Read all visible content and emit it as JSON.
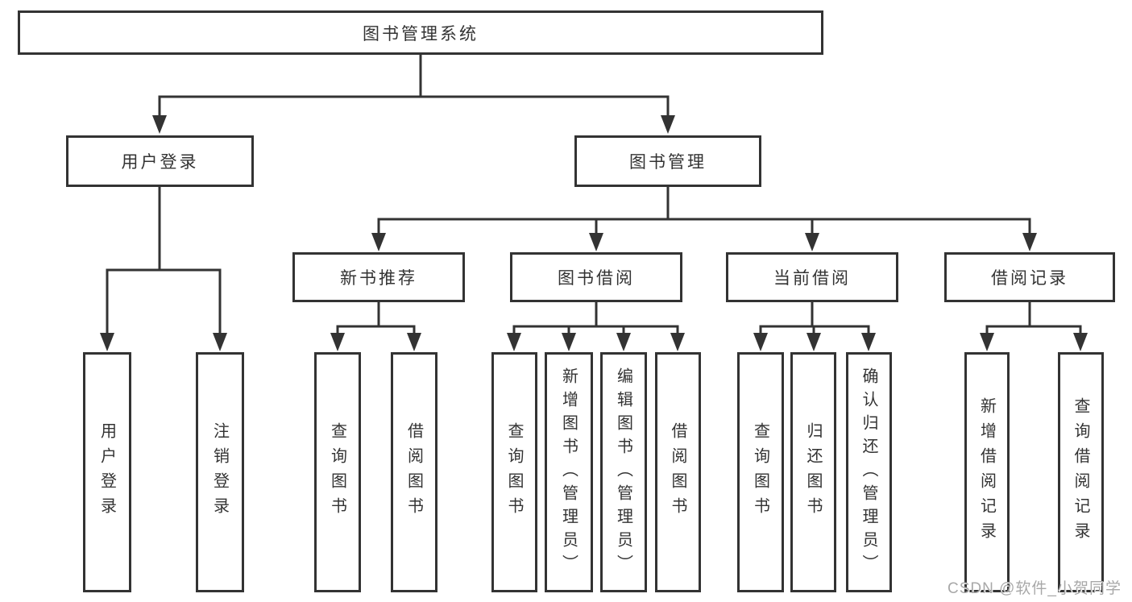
{
  "diagram": {
    "root": {
      "label": "图书管理系统"
    },
    "branches": [
      {
        "label": "用户登录",
        "children": [
          {
            "label": "用户登录"
          },
          {
            "label": "注销登录"
          }
        ]
      },
      {
        "label": "图书管理",
        "children": [
          {
            "label": "新书推荐",
            "children": [
              {
                "label": "查询图书"
              },
              {
                "label": "借阅图书"
              }
            ]
          },
          {
            "label": "图书借阅",
            "children": [
              {
                "label": "查询图书"
              },
              {
                "label": "新增图书（管理员）"
              },
              {
                "label": "编辑图书（管理员）"
              },
              {
                "label": "借阅图书"
              }
            ]
          },
          {
            "label": "当前借阅",
            "children": [
              {
                "label": "查询图书"
              },
              {
                "label": "归还图书"
              },
              {
                "label": "确认归还（管理员）"
              }
            ]
          },
          {
            "label": "借阅记录",
            "children": [
              {
                "label": "新增借阅记录"
              },
              {
                "label": "查询借阅记录"
              }
            ]
          }
        ]
      }
    ]
  },
  "watermark": {
    "text": "CSDN @软件_小贺同学"
  },
  "colors": {
    "line": "#333333",
    "box_border": "#333333",
    "text": "#333333",
    "background": "#ffffff",
    "watermark": "#a8a8a8"
  }
}
